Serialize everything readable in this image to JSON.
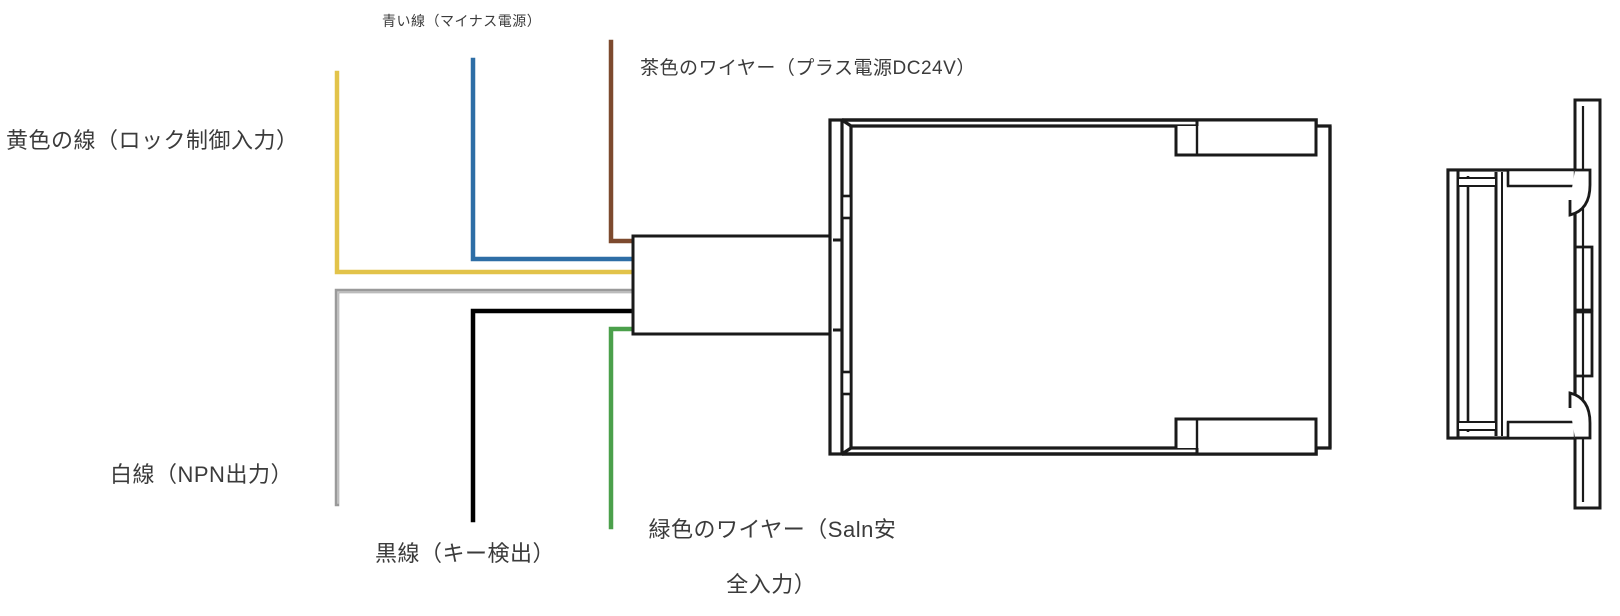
{
  "diagram": {
    "title_visible": false,
    "background_color": "#ffffff",
    "labels": {
      "yellow_wire": "黄色の線（ロック制御入力）",
      "blue_wire": "青い線（マイナス電源）",
      "brown_wire": "茶色のワイヤー（プラス電源DC24V）",
      "white_wire": "白線（NPN出力）",
      "black_wire": "黒線（キー検出）",
      "green_wire_line1": "緑色のワイヤー（Saln安",
      "green_wire_line2": "全入力）"
    },
    "wire_colors": {
      "yellow": "#e2c34a",
      "blue": "#2e6ea6",
      "brown": "#7d4a2e",
      "white": "#9a9a9a",
      "black": "#000000",
      "green": "#4ba04b"
    },
    "outline_color": "#1a1a1a",
    "text_color": "#3b3b3b"
  }
}
